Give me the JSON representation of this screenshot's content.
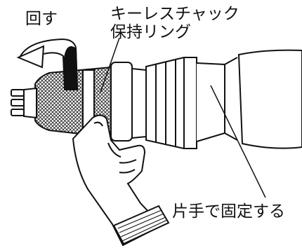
{
  "labels": {
    "rotate": "回す",
    "keyless_chuck_ring_line1": "キーレスチャック",
    "keyless_chuck_ring_line2": "保持リング",
    "hold_by_hand": "片手で固定する"
  },
  "icons": {
    "rotation_arrow": "rotation-arrow-icon",
    "glove": "gloved-hand-icon",
    "drill": "drill-body-icon"
  },
  "colors": {
    "line": "#111111",
    "fill": "#ffffff",
    "mesh": "#222222"
  }
}
